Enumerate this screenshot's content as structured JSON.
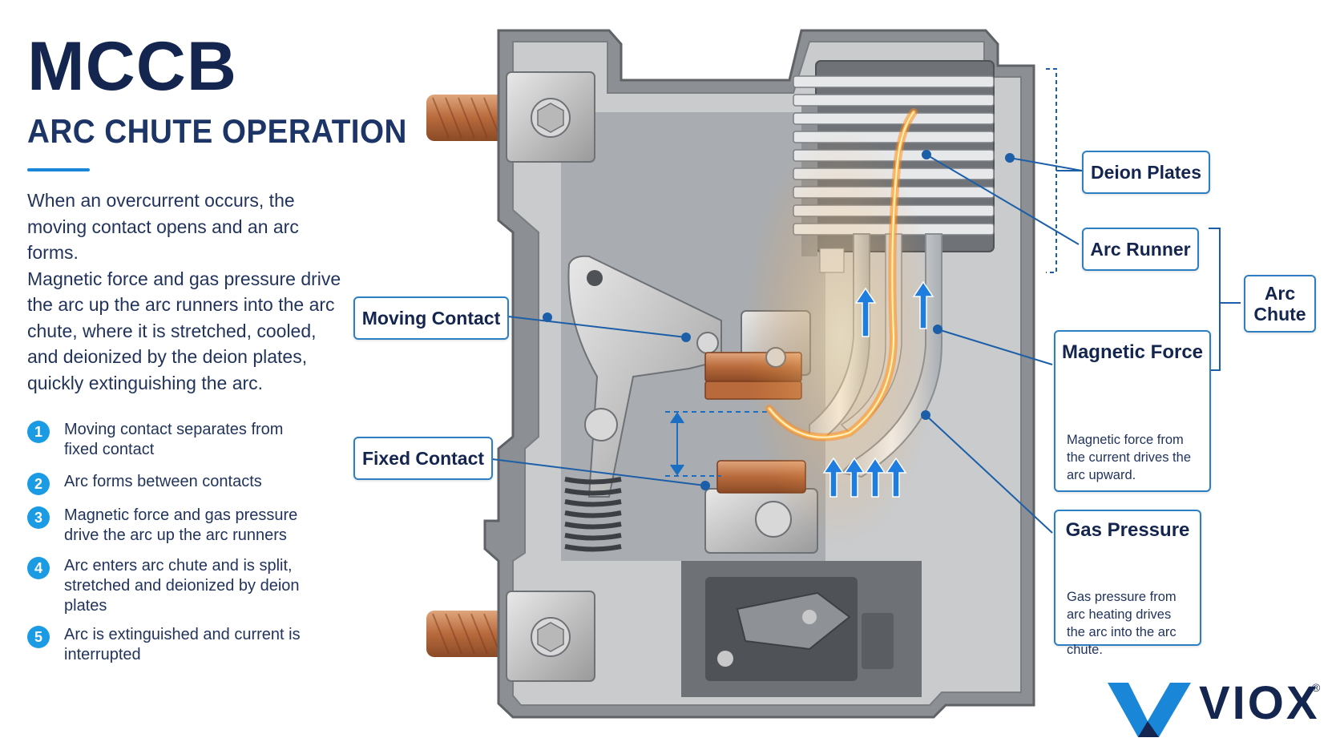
{
  "header": {
    "title": "MCCB",
    "subtitle": "ARC CHUTE OPERATION"
  },
  "intro": {
    "paragraph_1": "When an overcurrent occurs, the moving contact opens and an arc forms.",
    "paragraph_2": "Magnetic force and gas pressure drive the arc up the arc runners into the arc chute, where it is stretched, cooled, and deionized by the deion plates, quickly extinguishing the arc."
  },
  "steps": [
    {
      "num": "1",
      "text": "Moving contact separates from fixed contact"
    },
    {
      "num": "2",
      "text": "Arc forms between contacts"
    },
    {
      "num": "3",
      "text": "Magnetic force and gas pressure drive the arc up the arc runners"
    },
    {
      "num": "4",
      "text": "Arc enters arc chute and is split, stretched and deionized by deion plates"
    },
    {
      "num": "5",
      "text": "Arc is extinguished and current is interrupted"
    }
  ],
  "labels": {
    "moving_contact": "Moving Contact",
    "fixed_contact": "Fixed Contact",
    "deion_plates": "Deion Plates",
    "arc_runner": "Arc Runner",
    "arc_chute": "Arc Chute"
  },
  "magnetic_force": {
    "title": "Magnetic Force",
    "text": "Magnetic force from the current drives the arc upward."
  },
  "gas_pressure": {
    "title": "Gas Pressure",
    "text": "Gas pressure from arc heating drives the arc into the arc chute."
  },
  "brand": {
    "name": "VIOX",
    "registered": "®"
  },
  "colors": {
    "navy": "#14264f",
    "accent_blue": "#1a86d8",
    "callout_border": "#2d7fc1",
    "arc_orange": "#ff9a2e",
    "copper": "#c77a4a"
  }
}
